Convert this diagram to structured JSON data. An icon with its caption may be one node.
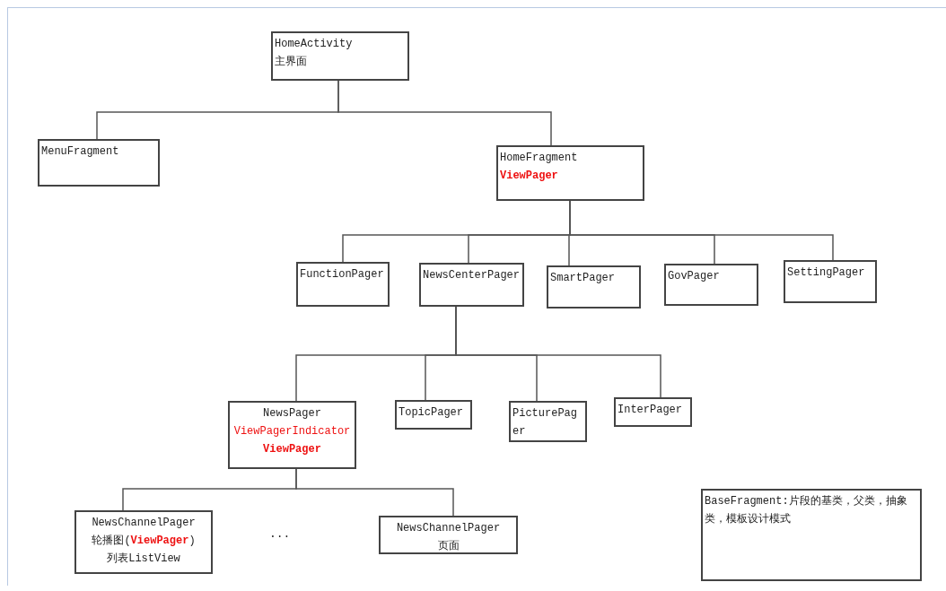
{
  "diagram": {
    "nodes": [
      {
        "text": [
          "HomeActivity",
          "主界面"
        ]
      },
      {
        "text": [
          "MenuFragment"
        ]
      },
      {
        "text": [
          "HomeFragment",
          "ViewPager"
        ]
      },
      {
        "text": [
          "FunctionPager"
        ]
      },
      {
        "text": [
          "NewsCenterPager"
        ]
      },
      {
        "text": [
          "SmartPager"
        ]
      },
      {
        "text": [
          "GovPager"
        ]
      },
      {
        "text": [
          "SettingPager"
        ]
      },
      {
        "text": [
          "NewsPager",
          "ViewPagerIndicator",
          "ViewPager"
        ]
      },
      {
        "text": [
          "TopicPager"
        ]
      },
      {
        "text": [
          "PicturePager"
        ]
      },
      {
        "text": [
          "InterPager"
        ]
      },
      {
        "text": [
          "NewsChannelPager",
          "轮播图(**ViewPager**)",
          "列表ListView"
        ]
      },
      {
        "text": [
          "NewsChannelPager",
          "页面"
        ]
      },
      {
        "text": [
          "BaseFragment:片段的基类，父类，抽象类，模板设计模式"
        ]
      }
    ],
    "edges": [
      {
        "from": 0,
        "to": 1,
        "arrow": "none"
      },
      {
        "from": 0,
        "to": 2,
        "arrow": "none"
      },
      {
        "from": 2,
        "to": 3,
        "arrow": "none"
      },
      {
        "from": 2,
        "to": 4,
        "arrow": "none"
      },
      {
        "from": 2,
        "to": 5,
        "arrow": "none"
      },
      {
        "from": 2,
        "to": 6,
        "arrow": "none"
      },
      {
        "from": 2,
        "to": 7,
        "arrow": "none"
      },
      {
        "from": 4,
        "to": 8,
        "arrow": "none"
      },
      {
        "from": 4,
        "to": 9,
        "arrow": "none"
      },
      {
        "from": 4,
        "to": 10,
        "arrow": "none"
      },
      {
        "from": 4,
        "to": 11,
        "arrow": "none"
      },
      {
        "from": 8,
        "to": 12,
        "arrow": "none"
      },
      {
        "from": 8,
        "to": 13,
        "arrow": "none"
      }
    ],
    "labels": [
      "..."
    ]
  }
}
